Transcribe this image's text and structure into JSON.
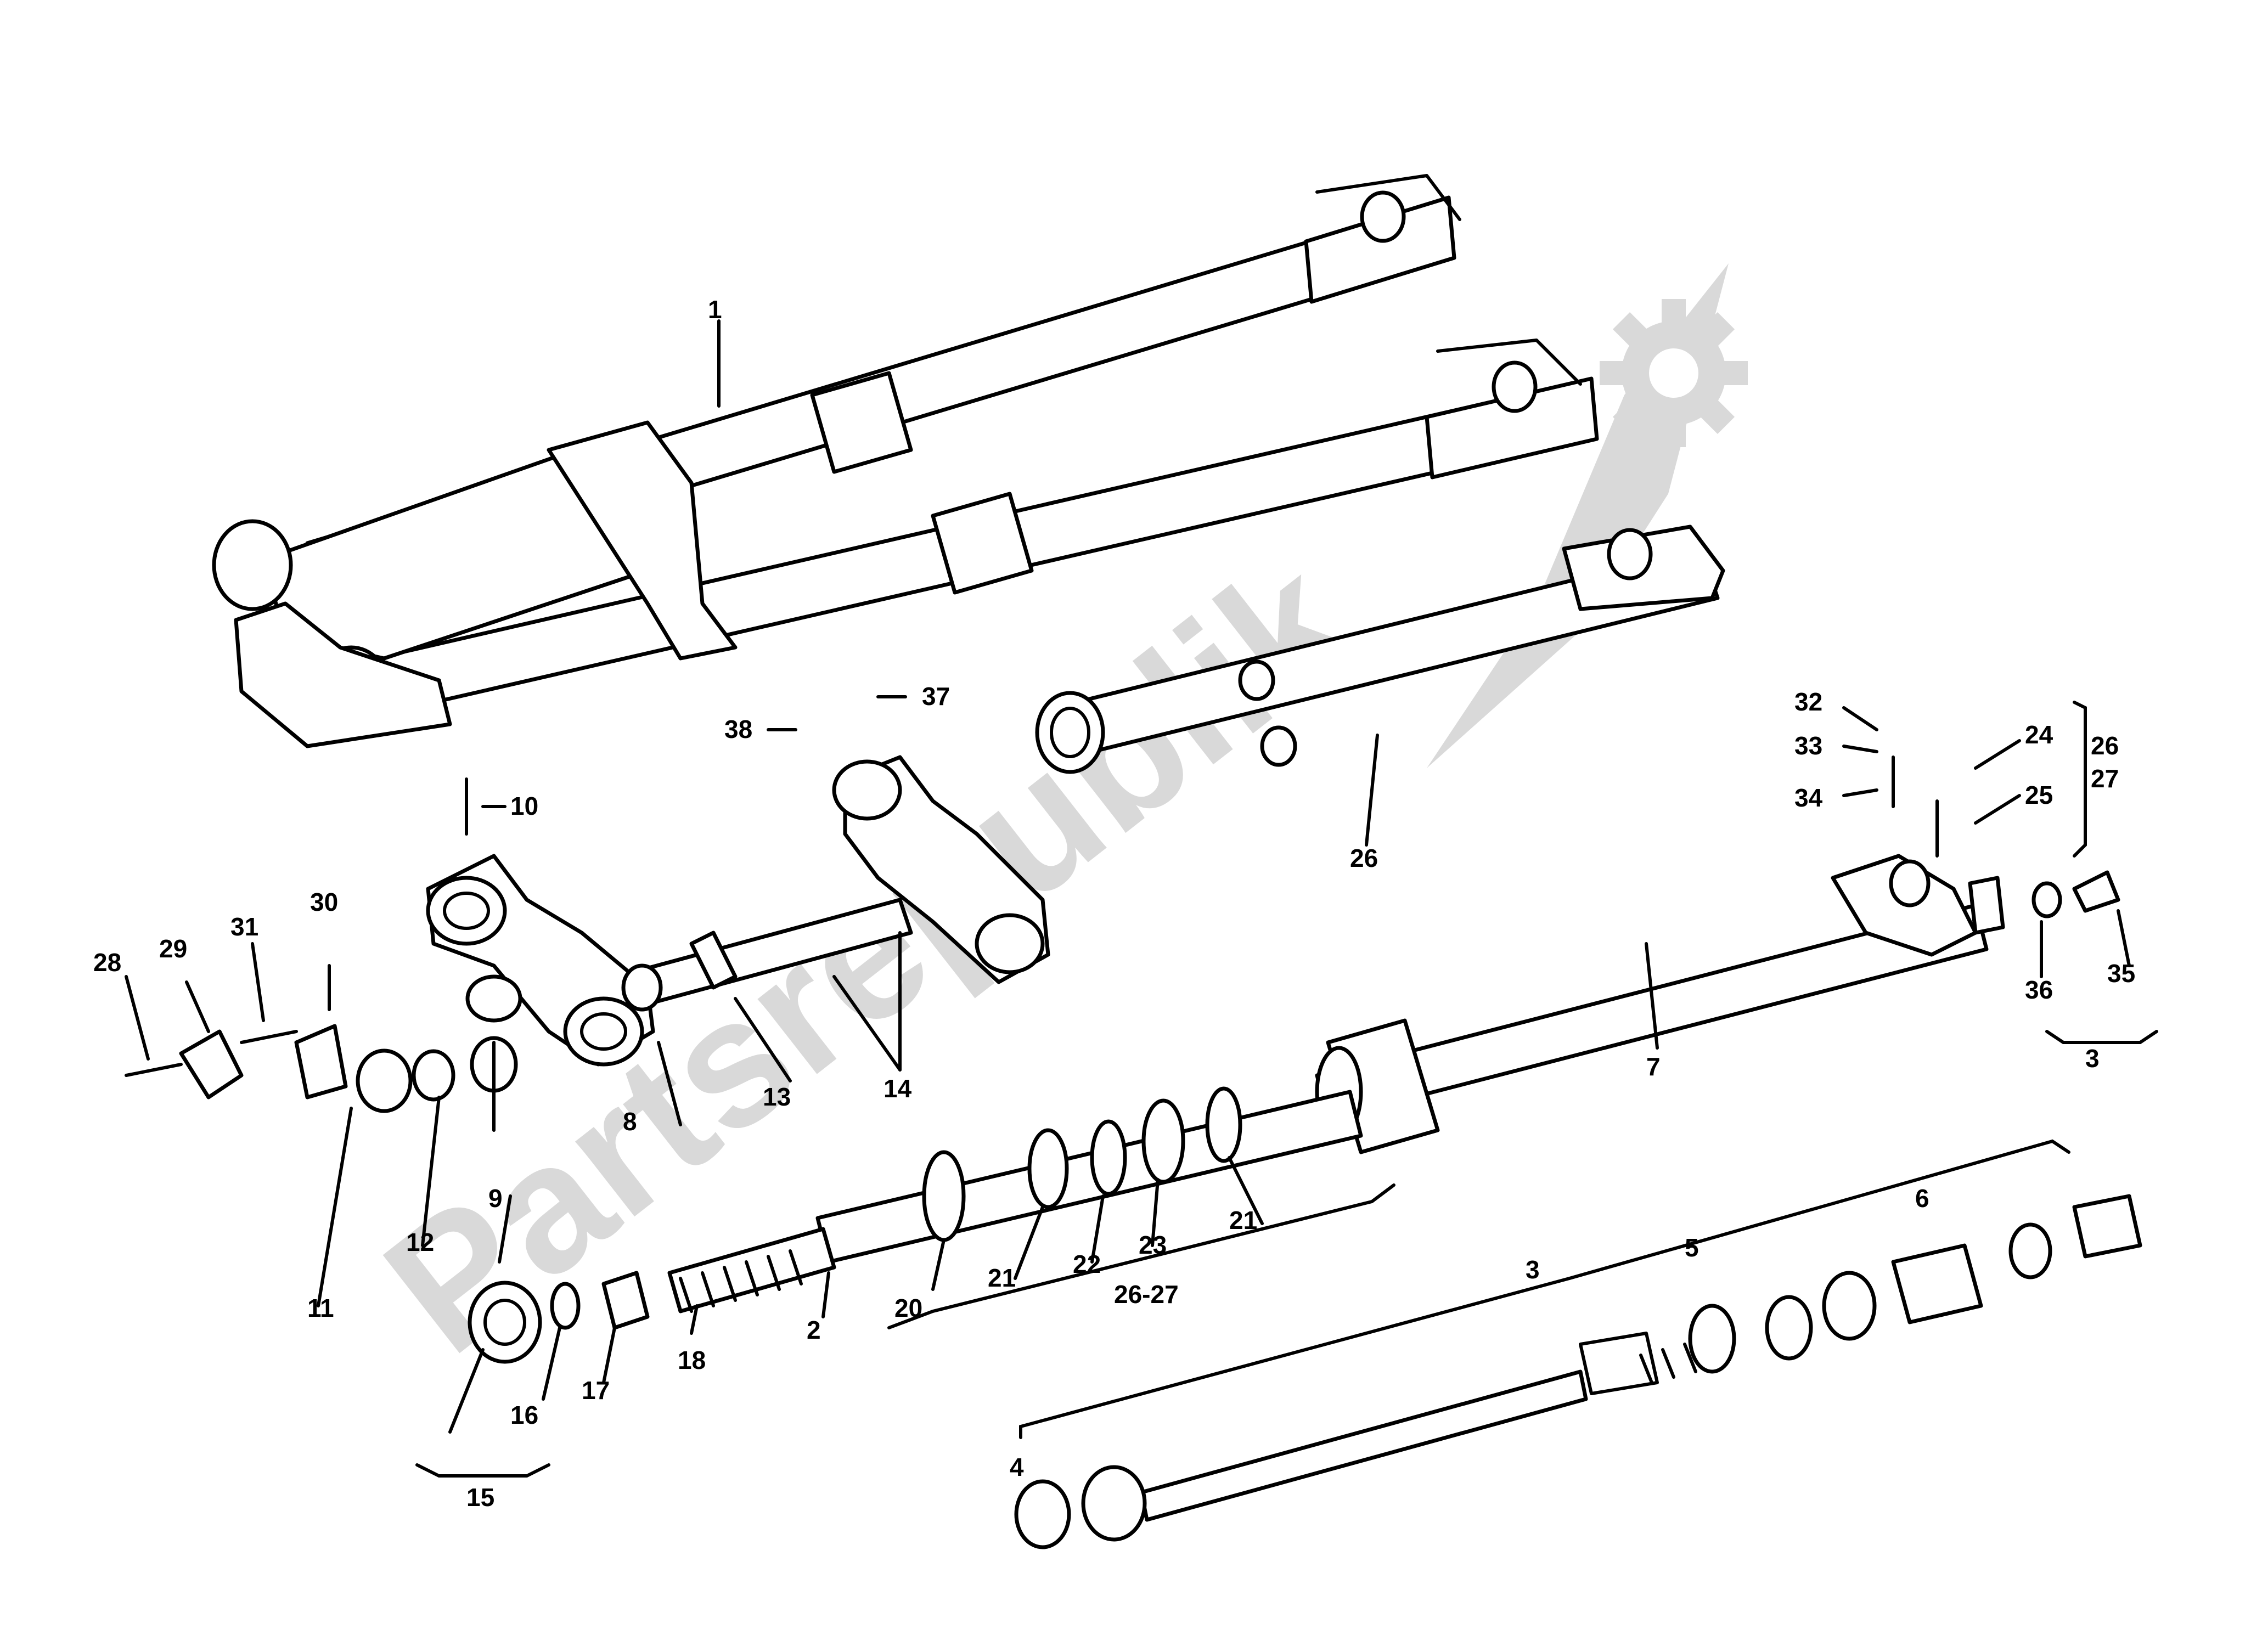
{
  "watermark": {
    "text": "Partsrepublik",
    "icon": "gear-icon",
    "color": "#d9d9d9"
  },
  "colors": {
    "ink": "#000000",
    "paper": "#ffffff"
  },
  "callouts": {
    "c1": "1",
    "c2": "2",
    "c3a": "3",
    "c3b": "3",
    "c4": "4",
    "c5": "5",
    "c6": "6",
    "c7": "7",
    "c8": "8",
    "c9": "9",
    "c10": "10",
    "c11": "11",
    "c12": "12",
    "c13": "13",
    "c14": "14",
    "c15": "15",
    "c16": "16",
    "c17": "17",
    "c18": "18",
    "c20": "20",
    "c21a": "21",
    "c21b": "21",
    "c22": "22",
    "c23": "23",
    "c24": "24",
    "c25": "25",
    "c26a": "26",
    "c26b": "26",
    "c27": "27",
    "c2627": "26-27",
    "c28": "28",
    "c29": "29",
    "c30": "30",
    "c31": "31",
    "c32": "32",
    "c33": "33",
    "c34": "34",
    "c35": "35",
    "c36": "36",
    "c37": "37",
    "c38": "38"
  }
}
